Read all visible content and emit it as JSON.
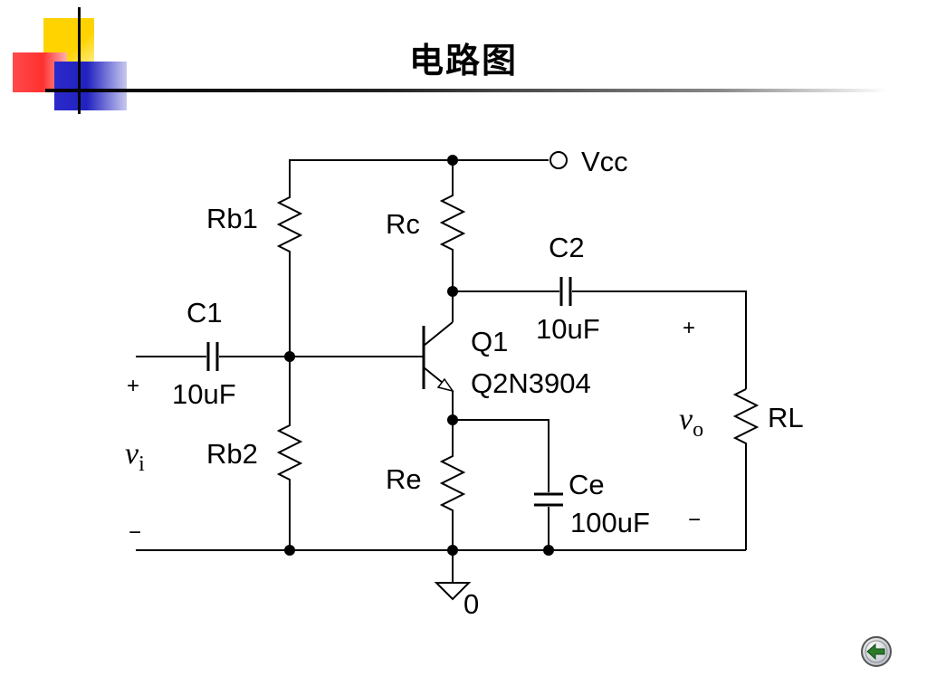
{
  "slide": {
    "title": "电路图"
  },
  "circuit": {
    "vcc": "Vcc",
    "rb1": "Rb1",
    "rb2": "Rb2",
    "rc": "Rc",
    "re": "Re",
    "rl": "RL",
    "c1": {
      "name": "C1",
      "value": "10uF"
    },
    "c2": {
      "name": "C2",
      "value": "10uF"
    },
    "ce": {
      "name": "Ce",
      "value": "100uF"
    },
    "q1": {
      "name": "Q1",
      "model": "Q2N3904"
    },
    "ground": "0",
    "vi": {
      "symbol": "v",
      "sub": "i"
    },
    "vo": {
      "symbol": "v",
      "sub": "o"
    },
    "plus": "+",
    "minus": "−"
  },
  "nav": {
    "icon": "back-arrow-icon"
  }
}
